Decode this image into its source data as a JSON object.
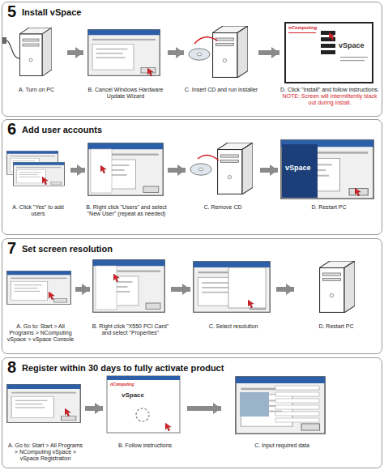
{
  "diagram": {
    "nodes": [
      {
        "text": [
          "5",
          "Install vSpace"
        ]
      },
      {
        "text": [
          "A. Turn on PC"
        ],
        "in": 0
      },
      {
        "text": [
          "B. Cancel Windows Hardware Update Wizard"
        ],
        "in": 0
      },
      {
        "text": [
          "C. Insert CD and run installer"
        ],
        "in": 0
      },
      {
        "text": [
          "D. Click \"Install\" and follow instructions.",
          "NOTE: Screen will intermittently black out during install."
        ],
        "in": 0
      },
      {
        "text": [
          "6",
          "Add user accounts"
        ]
      },
      {
        "text": [
          "A. Click \"Yes\" to add users"
        ],
        "in": 5
      },
      {
        "text": [
          "B. Right click \"Users\" and select \"New User\" (repeat as needed)"
        ],
        "in": 5
      },
      {
        "text": [
          "C. Remove CD"
        ],
        "in": 5
      },
      {
        "text": [
          "D. Restart PC"
        ],
        "in": 5
      },
      {
        "text": [
          "7",
          "Set screen resolution"
        ]
      },
      {
        "text": [
          "A. Go to: Start > All Programs > NComputing vSpace > vSpace Console"
        ],
        "in": 10
      },
      {
        "text": [
          "B. Right click \"X550 PCI Card\" and select \"Properties\""
        ],
        "in": 10
      },
      {
        "text": [
          "C. Select resolution"
        ],
        "in": 10
      },
      {
        "text": [
          "D. Restart PC"
        ],
        "in": 10
      },
      {
        "text": [
          "8",
          "Register within 30 days to fully activate product"
        ]
      },
      {
        "text": [
          "A. Go to: Start > All Programs > NComputing vSpace > vSpace Registration"
        ],
        "in": 15
      },
      {
        "text": [
          "B. Follow instructions"
        ],
        "in": 15
      },
      {
        "text": [
          "C. Input required data"
        ],
        "in": 15
      }
    ],
    "edges": [
      {
        "from": 1,
        "to": 2,
        "arrow": "to"
      },
      {
        "from": 2,
        "to": 3,
        "arrow": "to"
      },
      {
        "from": 3,
        "to": 4,
        "arrow": "to"
      },
      {
        "from": 6,
        "to": 7,
        "arrow": "to"
      },
      {
        "from": 7,
        "to": 8,
        "arrow": "to"
      },
      {
        "from": 8,
        "to": 9,
        "arrow": "to"
      },
      {
        "from": 11,
        "to": 12,
        "arrow": "to"
      },
      {
        "from": 12,
        "to": 13,
        "arrow": "to"
      },
      {
        "from": 13,
        "to": 14,
        "arrow": "to"
      },
      {
        "from": 16,
        "to": 17,
        "arrow": "to"
      },
      {
        "from": 17,
        "to": 18,
        "arrow": "to"
      }
    ],
    "labels": [
      "nComputing",
      "vSpace",
      "vSpace",
      "nComputing",
      "vSpace"
    ]
  }
}
